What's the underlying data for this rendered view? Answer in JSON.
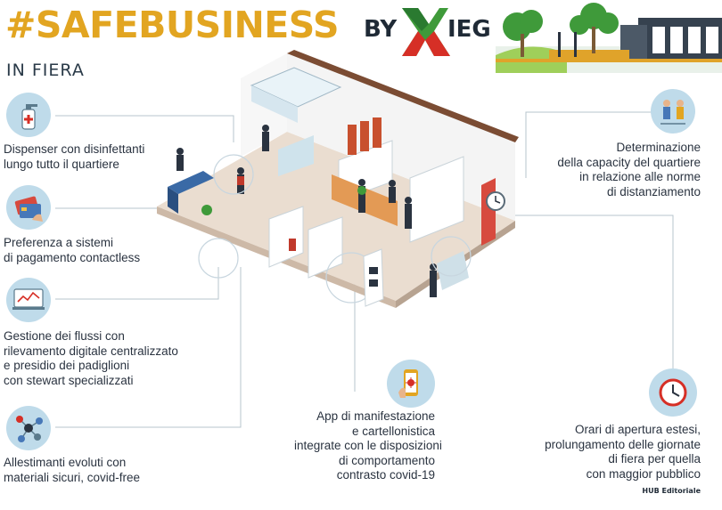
{
  "header": {
    "title": "#SAFEBUSINESS",
    "by": "BY",
    "logo_text": "IEG",
    "subtitle": "IN FIERA"
  },
  "credit": "HUB Editoriale",
  "features": [
    {
      "icon": "hand-sanitizer-icon",
      "lines": [
        "Dispenser con disinfettanti",
        "lungo tutto il quartiere"
      ]
    },
    {
      "icon": "contactless-card-icon",
      "lines": [
        "Preferenza a sistemi",
        "di pagamento contactless"
      ]
    },
    {
      "icon": "monitor-chart-icon",
      "lines": [
        "Gestione dei flussi con",
        "rilevamento digitale centralizzato",
        "e presidio dei padiglioni",
        "con stewart specializzati"
      ]
    },
    {
      "icon": "molecule-icon",
      "lines": [
        "Allestimanti evoluti con",
        "materiali sicuri, covid-free"
      ]
    },
    {
      "icon": "people-distance-icon",
      "lines": [
        "Determinazione",
        "della capacity del quartiere",
        "in relazione alle norme",
        "di distanziamento"
      ]
    },
    {
      "icon": "smartphone-virus-icon",
      "lines": [
        "App di manifestazione",
        "e cartellonistica",
        "integrate con le disposizioni",
        "di comportamento",
        "contrasto covid-19"
      ]
    },
    {
      "icon": "clock-icon",
      "lines": [
        "Orari di apertura estesi,",
        "prolungamento delle giornate",
        "di fiera per quella",
        "con maggior pubblico"
      ]
    }
  ],
  "colors": {
    "accent": "#e2a521",
    "icon_bg": "#bfdbea",
    "text": "#2a3340",
    "logo_red": "#d62f26",
    "logo_green": "#3f9a3a"
  }
}
